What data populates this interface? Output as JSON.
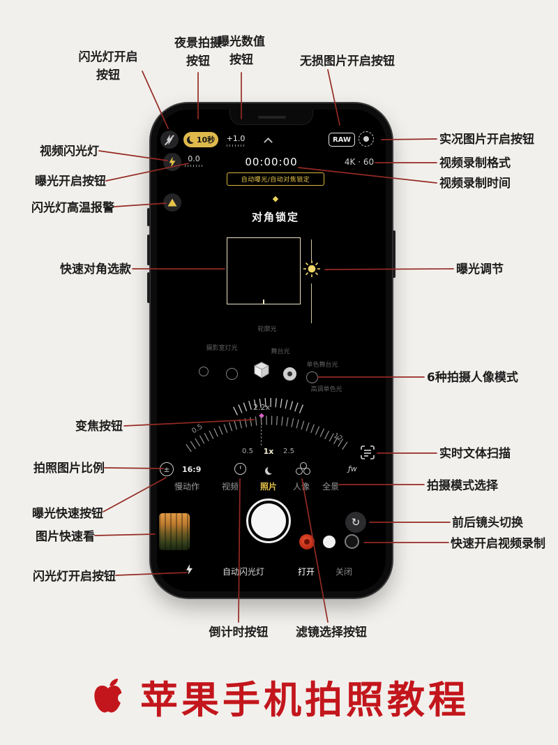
{
  "page": {
    "background": "#f2f0ec",
    "line_color": "#942a24"
  },
  "footer": {
    "title": "苹果手机拍照教程",
    "color": "#c3161c"
  },
  "callouts": {
    "flash_top": {
      "text": "闪光灯开启\n按钮"
    },
    "night": {
      "text": "夜景拍摄\n按钮"
    },
    "ev_value": {
      "text": "曝光数值\n按钮"
    },
    "raw": {
      "text": "无损图片开启按钮"
    },
    "live": {
      "text": "实况图片开启按钮"
    },
    "video_format": {
      "text": "视频录制格式"
    },
    "video_time": {
      "text": "视频录制时间"
    },
    "video_flash": {
      "text": "视频闪光灯"
    },
    "exposure_on": {
      "text": "曝光开启按钮"
    },
    "flash_temp": {
      "text": "闪光灯高温报警"
    },
    "diag_select": {
      "text": "快速对角选款"
    },
    "exposure_adjust": {
      "text": "曝光调节"
    },
    "portrait_modes": {
      "text": "6种拍摄人像模式"
    },
    "zoom": {
      "text": "变焦按钮"
    },
    "text_scan": {
      "text": "实时文体扫描"
    },
    "aspect": {
      "text": "拍照图片比例"
    },
    "mode_select": {
      "text": "拍摄模式选择"
    },
    "exposure_quick": {
      "text": "曝光快速按钮"
    },
    "photo_preview": {
      "text": "图片快速看"
    },
    "front_back": {
      "text": "前后镜头切换"
    },
    "quick_video": {
      "text": "快速开启视频录制"
    },
    "flash_bottom": {
      "text": "闪光灯开启按钮"
    },
    "timer": {
      "text": "倒计时按钮"
    },
    "filter": {
      "text": "滤镜选择按钮"
    }
  },
  "screen": {
    "night_pill": "10秒",
    "ev_badge": "+1.0",
    "raw_badge": "RAW",
    "ev_row": "0.0",
    "rec_time": "00:00:00",
    "rec_format": "4K · 60",
    "lock_banner": "自动曝光/自动对焦锁定",
    "diag_lock": "对角锁定",
    "portrait": {
      "labels": [
        "摄影室灯光",
        "轮廓光",
        "舞台光",
        "单色舞台光",
        "高调单色光"
      ]
    },
    "zoom": {
      "current": "2.2x",
      "dial_left": "0.5",
      "dial_right": "12",
      "lens": [
        "0.5",
        "1x",
        "2.5"
      ]
    },
    "aspect_label": "16:9",
    "wb_label": "ƒw",
    "modes": [
      "慢动作",
      "视频",
      "照片",
      "人像",
      "全景"
    ],
    "bottom": {
      "auto_flash": "自动闪光灯",
      "on": "打开",
      "off": "关闭"
    }
  },
  "icons": {
    "flash_bolt": "css-bolt",
    "moon_crescent": "css-crescent",
    "chevron_up": "css-chevron",
    "live_photo": "css-dashed-ring",
    "warning_triangle": "css-triangle",
    "lock_diamond": "◆",
    "zoom_marker": "◆",
    "exposure_plusminus": "±",
    "timer_clock": "css-clock",
    "filters_circles": "css-circles",
    "camera_flip": "↻",
    "sun_exposure": "svg-sun",
    "portrait_cube": "svg-cube",
    "text_scan": "svg-scan",
    "apple_logo": "svg-apple"
  },
  "colors": {
    "accent_yellow": "#e6c34a",
    "title_red": "#c3161c",
    "zoom_pink": "#df5ec4",
    "night_pill_bg": "#dfb94c"
  }
}
